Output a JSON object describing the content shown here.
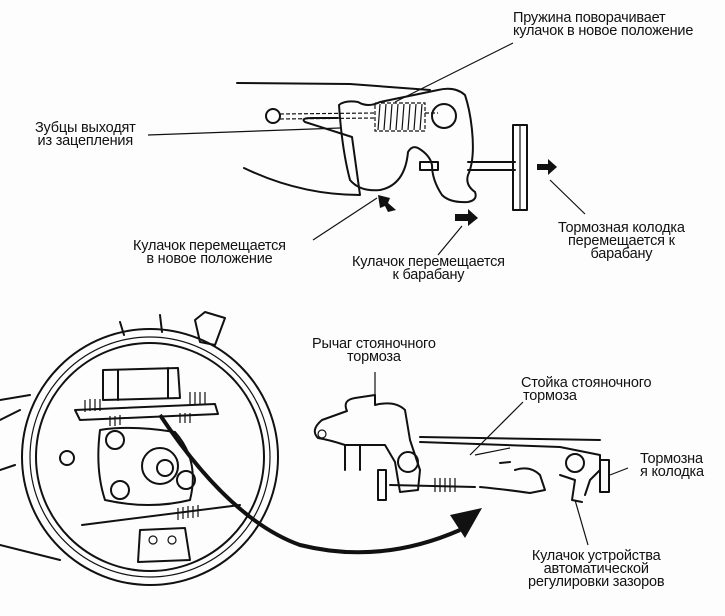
{
  "figure": {
    "title": "Parking brake self-adjuster mechanism",
    "top_diagram": {
      "labels": {
        "spring": [
          "Пружина поворачивает",
          "кулачок в новое положение"
        ],
        "teeth": [
          "Зубцы выходят",
          "из зацепления"
        ],
        "cam_new_position": [
          "Кулачок перемещается",
          "в новое положение"
        ],
        "cam_to_drum": [
          "Кулачок перемещается",
          "к барабану"
        ],
        "shoe_to_drum": [
          "Тормозная колодка",
          "перемещается к",
          "барабану"
        ]
      }
    },
    "bottom_diagram": {
      "labels": {
        "parking_lever": [
          "Рычаг стояночного",
          "тормоза"
        ],
        "parking_strut": [
          "Стойка стояночного",
          "тормоза"
        ],
        "brake_shoe": [
          "Тормозна",
          "я колодка"
        ],
        "adjuster_cam": [
          "Кулачок устройства",
          "автоматической",
          "регулировки зазоров"
        ]
      }
    },
    "colors": {
      "ink": "#111111",
      "paper": "#fdfdfd"
    }
  }
}
